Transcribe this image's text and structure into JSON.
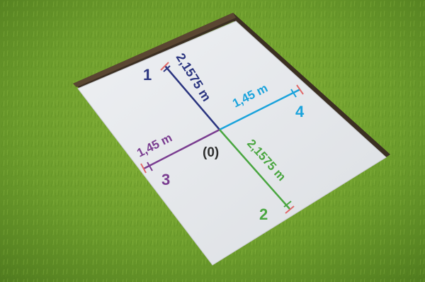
{
  "origin": {
    "label": "(0)"
  },
  "lines": [
    {
      "id": "1",
      "number": "1",
      "length": "2,1575 m",
      "color": "#2b3580"
    },
    {
      "id": "2",
      "number": "2",
      "length": "2,1575 m",
      "color": "#4aa640"
    },
    {
      "id": "3",
      "number": "3",
      "length": "1,45 m",
      "color": "#7a3d90"
    },
    {
      "id": "4",
      "number": "4",
      "length": "1,45 m",
      "color": "#1aa3dc"
    }
  ],
  "colors": {
    "grass": "#6a9a2a",
    "soil": "#3a2f22",
    "pit_floor": "#e8eaed",
    "tick_mark": "#e06a6a"
  }
}
